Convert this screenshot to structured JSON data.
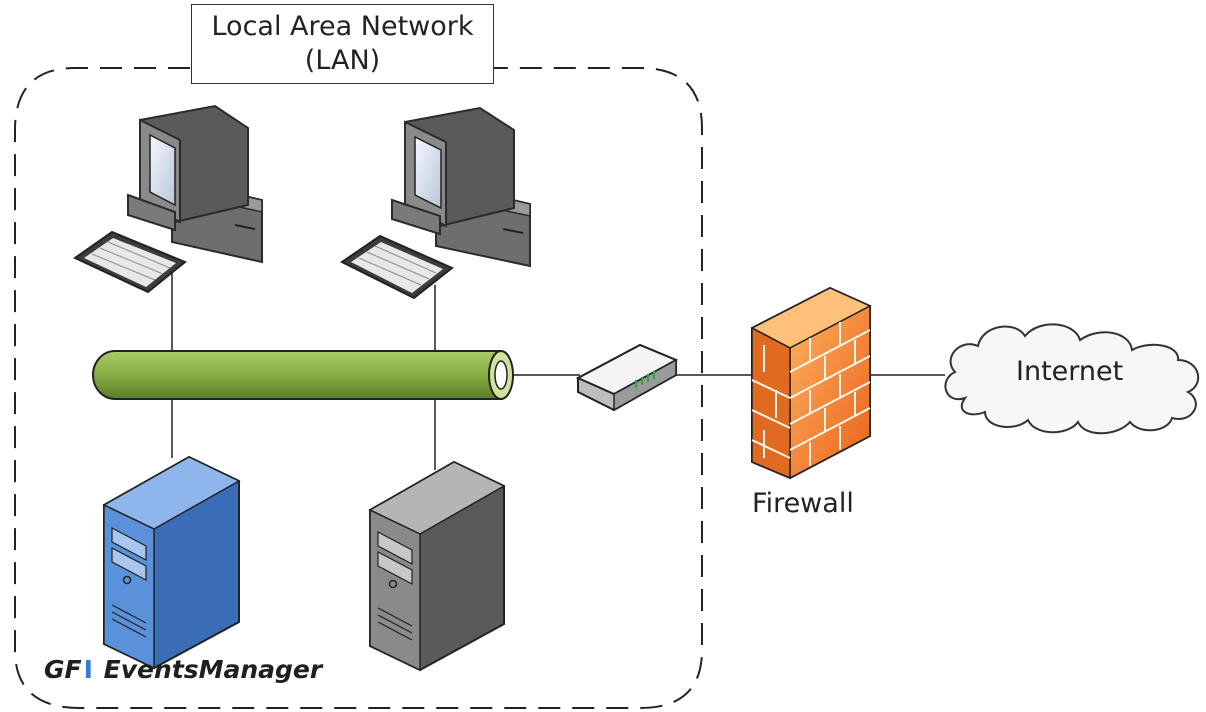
{
  "lan": {
    "title_line1": "Local Area Network",
    "title_line2": "(LAN)"
  },
  "firewall": {
    "label": "Firewall"
  },
  "internet": {
    "label": "Internet"
  },
  "brand": {
    "prefix": "GFI",
    "name": "EventsManager"
  },
  "colors": {
    "cable": "#8db44a",
    "firewall": "#f07a22",
    "server_blue": "#4f86d0",
    "server_gray": "#7d7d7d"
  }
}
